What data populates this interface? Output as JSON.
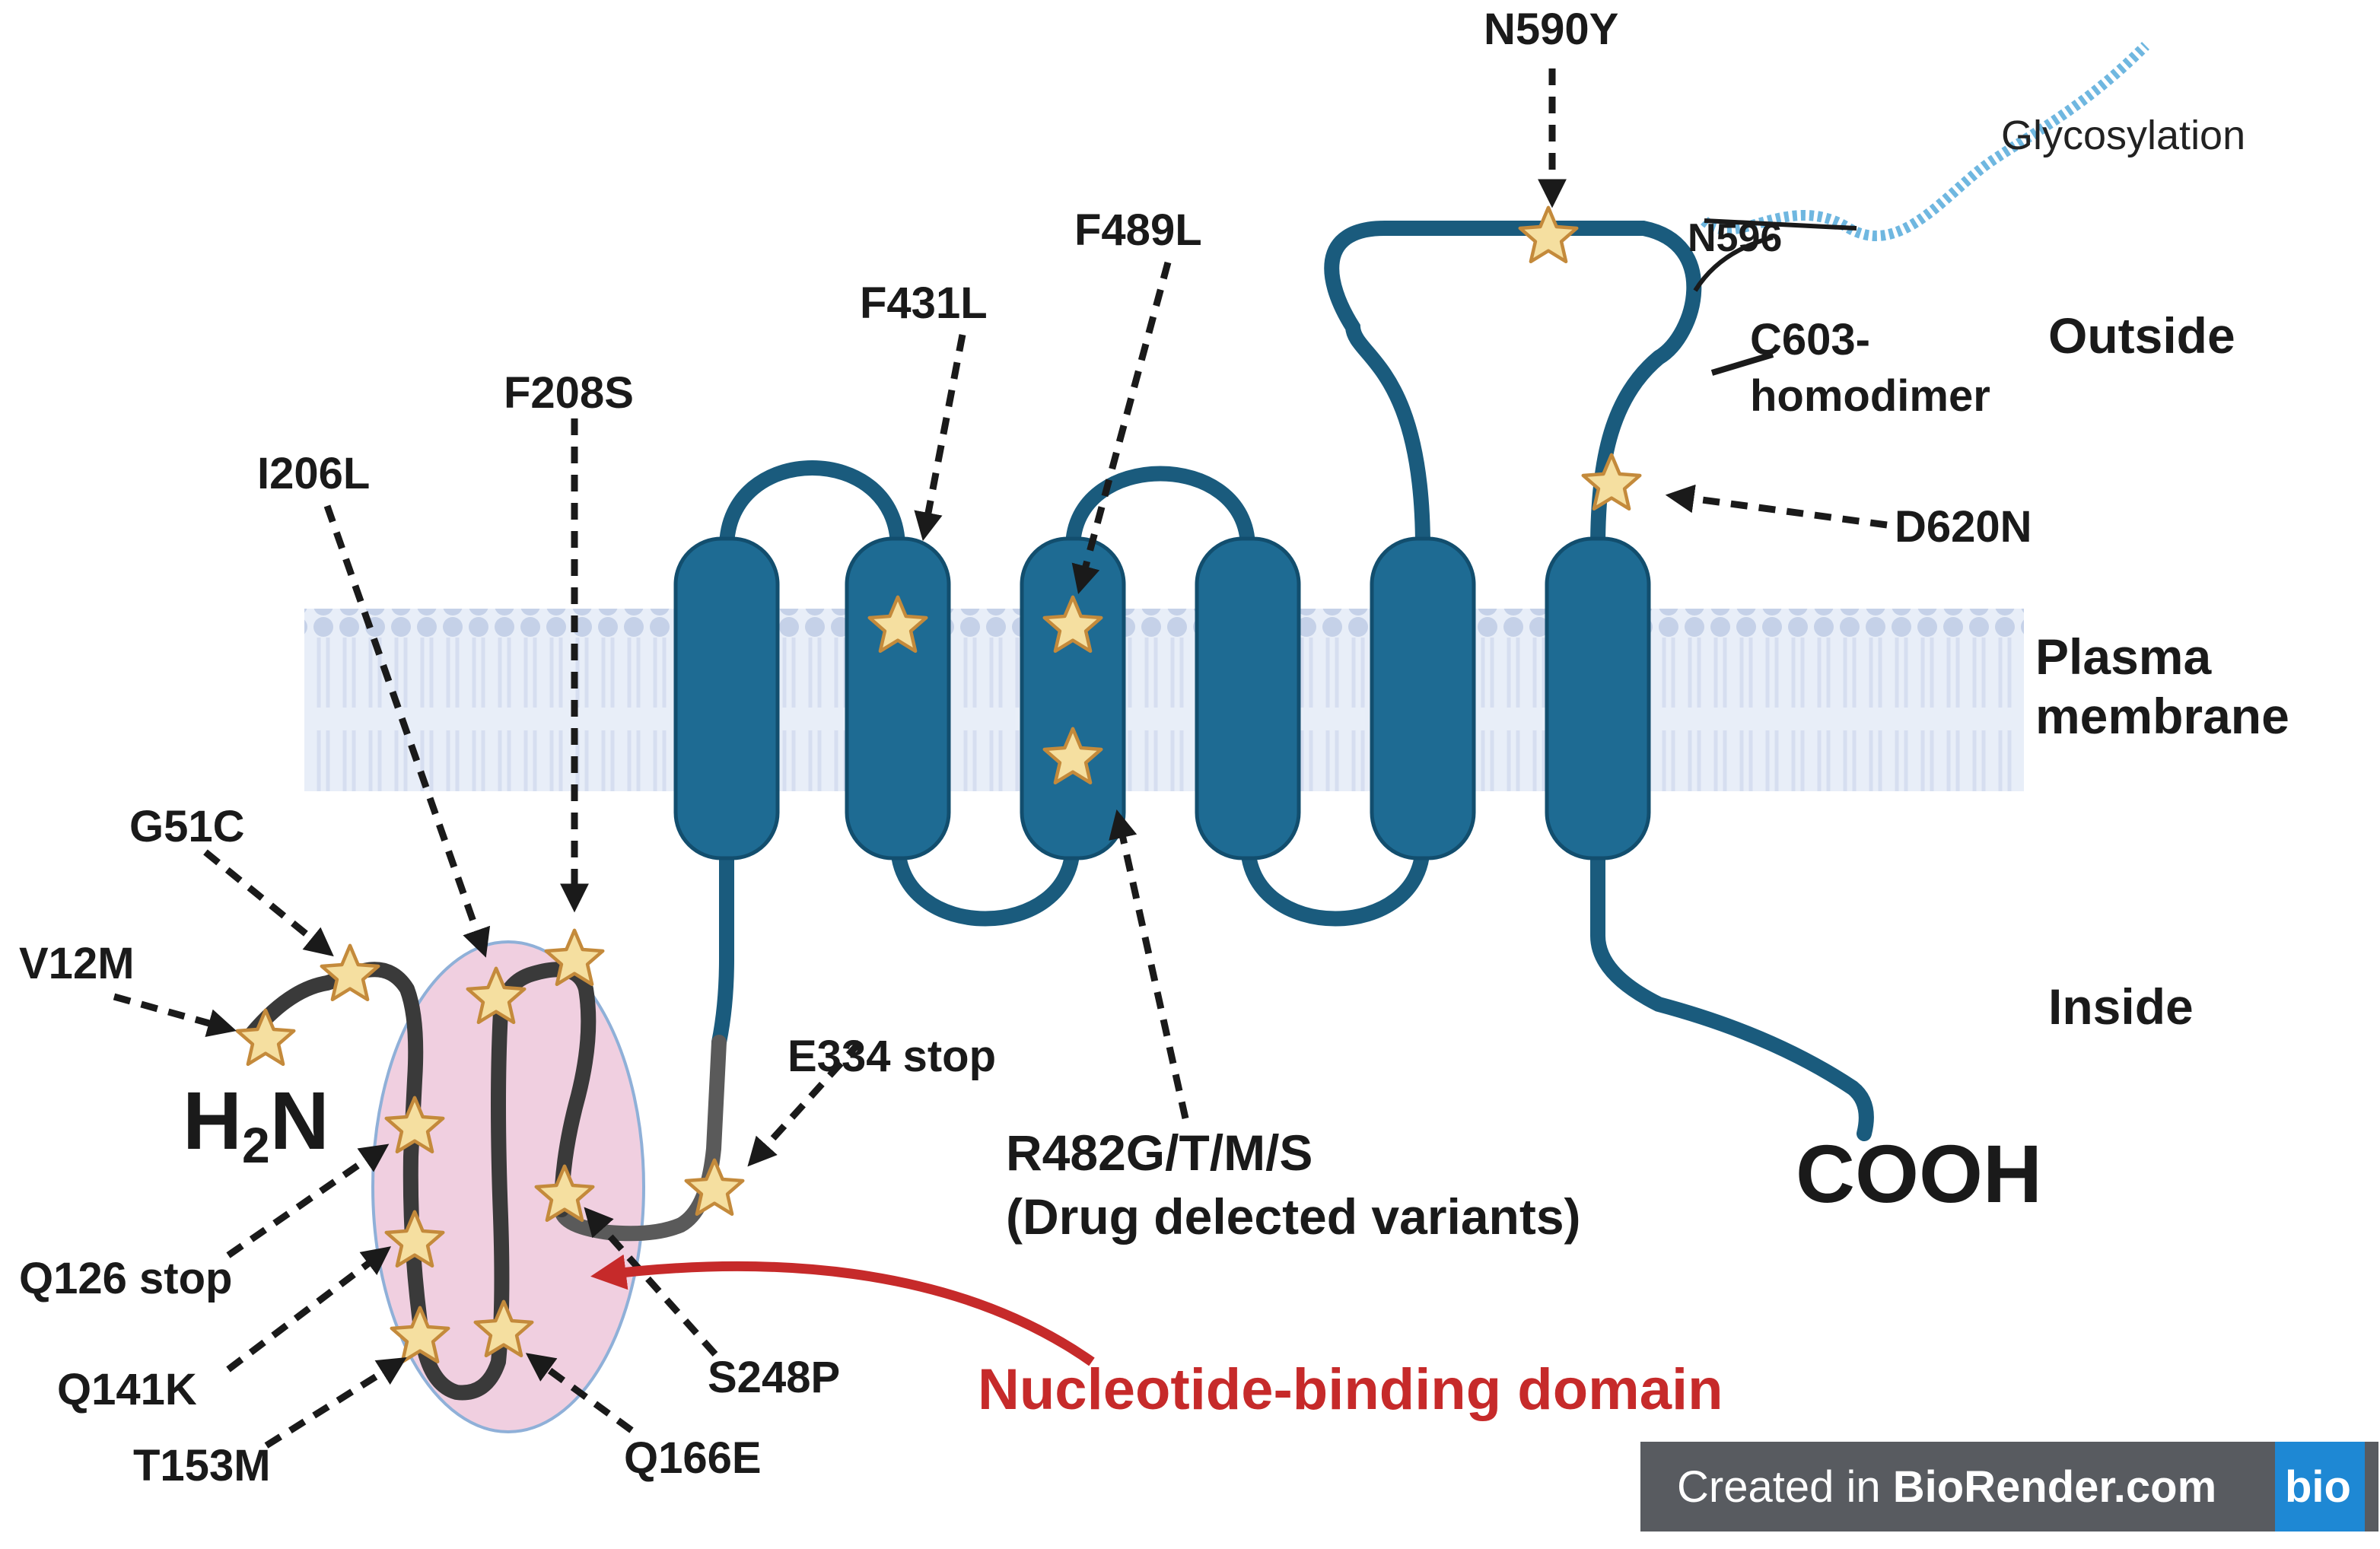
{
  "diagram": {
    "terminals": {
      "n_term_main": "H",
      "n_term_sub": "2",
      "n_term_end": "N",
      "c_term": "COOH"
    },
    "regions": {
      "outside": "Outside",
      "membrane_line1": "Plasma",
      "membrane_line2": "membrane",
      "inside": "Inside"
    },
    "mutations": {
      "v12m": "V12M",
      "g51c": "G51C",
      "i206l": "I206L",
      "f208s": "F208S",
      "f431l": "F431L",
      "f489l": "F489L",
      "n590y": "N590Y",
      "d620n": "D620N",
      "e334stop": "E334 stop",
      "q126stop": "Q126 stop",
      "q141k": "Q141K",
      "t153m": "T153M",
      "q166e": "Q166E",
      "s248p": "S248P",
      "r482_line1": "R482G/T/M/S",
      "r482_line2": "(Drug delected variants)"
    },
    "features": {
      "n596": "N596",
      "glycosylation": "Glycosylation",
      "c603_line1": "C603-",
      "c603_line2": "homodimer"
    },
    "domain_label": "Nucleotide-binding domain",
    "badge": {
      "prefix": "Created in ",
      "brand": "BioRender.com",
      "logo": "bio"
    },
    "colors": {
      "helix": "#1e6b93",
      "helix_border": "#124e6e",
      "chain": "#1a5b7d",
      "nbd_chain": "#3a3a3a",
      "nbd_ellipse": "#f0cfe0",
      "star_fill": "#f5dfa0",
      "star_stroke": "#c48a3b",
      "membrane": "#c8d4ea",
      "domain_red": "#c62a2a",
      "glyco": "#6fb7e0"
    },
    "icons": [
      "star-icon",
      "glycan-chain-icon",
      "arrow-icon"
    ]
  }
}
